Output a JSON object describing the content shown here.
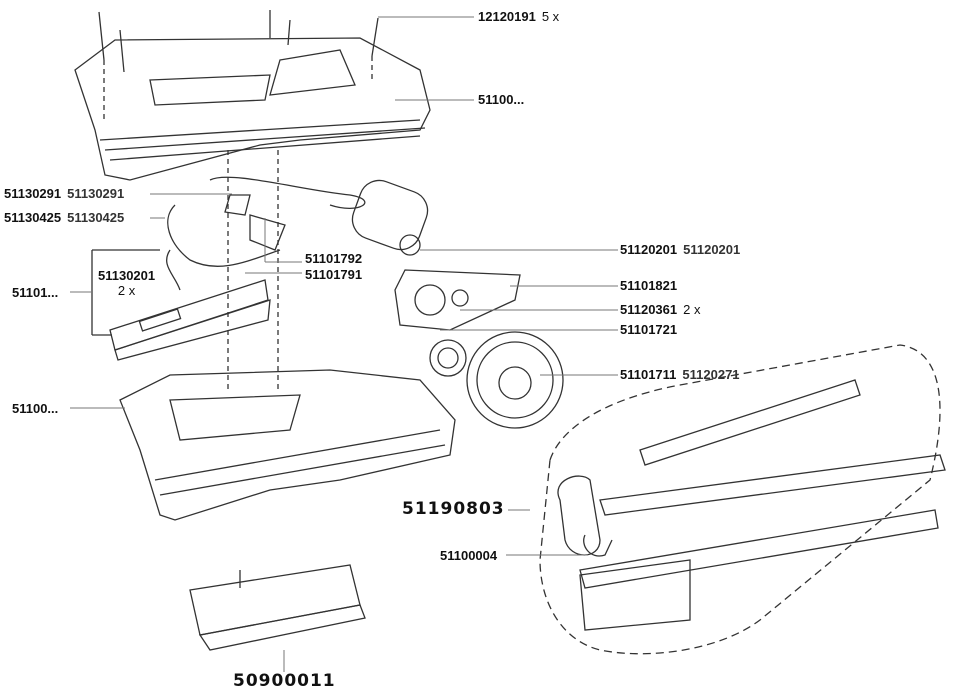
{
  "title": "Hedge trimmer exploded parts diagram",
  "labels": {
    "screws": {
      "part": "12120191",
      "qty": "5 x"
    },
    "top_housing": {
      "part": "51100..."
    },
    "switch_a": {
      "part": "51130291",
      "overlay": "51130291"
    },
    "cable": {
      "part": "51130425",
      "overlay": "51130425"
    },
    "slider": {
      "part": "51101..."
    },
    "spring": {
      "part": "51130201",
      "qty": "2 x"
    },
    "switch_b1": {
      "part": "51101792"
    },
    "switch_b2": {
      "part": "51101791"
    },
    "motor": {
      "part": "51120201",
      "overlay": "51120201"
    },
    "gear_housing": {
      "part": "51101821"
    },
    "gear_screw": {
      "part": "51120361",
      "qty": "2 x"
    },
    "gear_plate": {
      "part": "51101721"
    },
    "gear": {
      "part": "51101711",
      "overlay": "51120271"
    },
    "bottom_housing": {
      "part": "51100..."
    },
    "blade": {
      "part": "51190803"
    },
    "guard": {
      "part": "51100004"
    },
    "battery": {
      "part": "50900011"
    }
  },
  "colors": {
    "line": "#333333",
    "leader": "#777777"
  }
}
